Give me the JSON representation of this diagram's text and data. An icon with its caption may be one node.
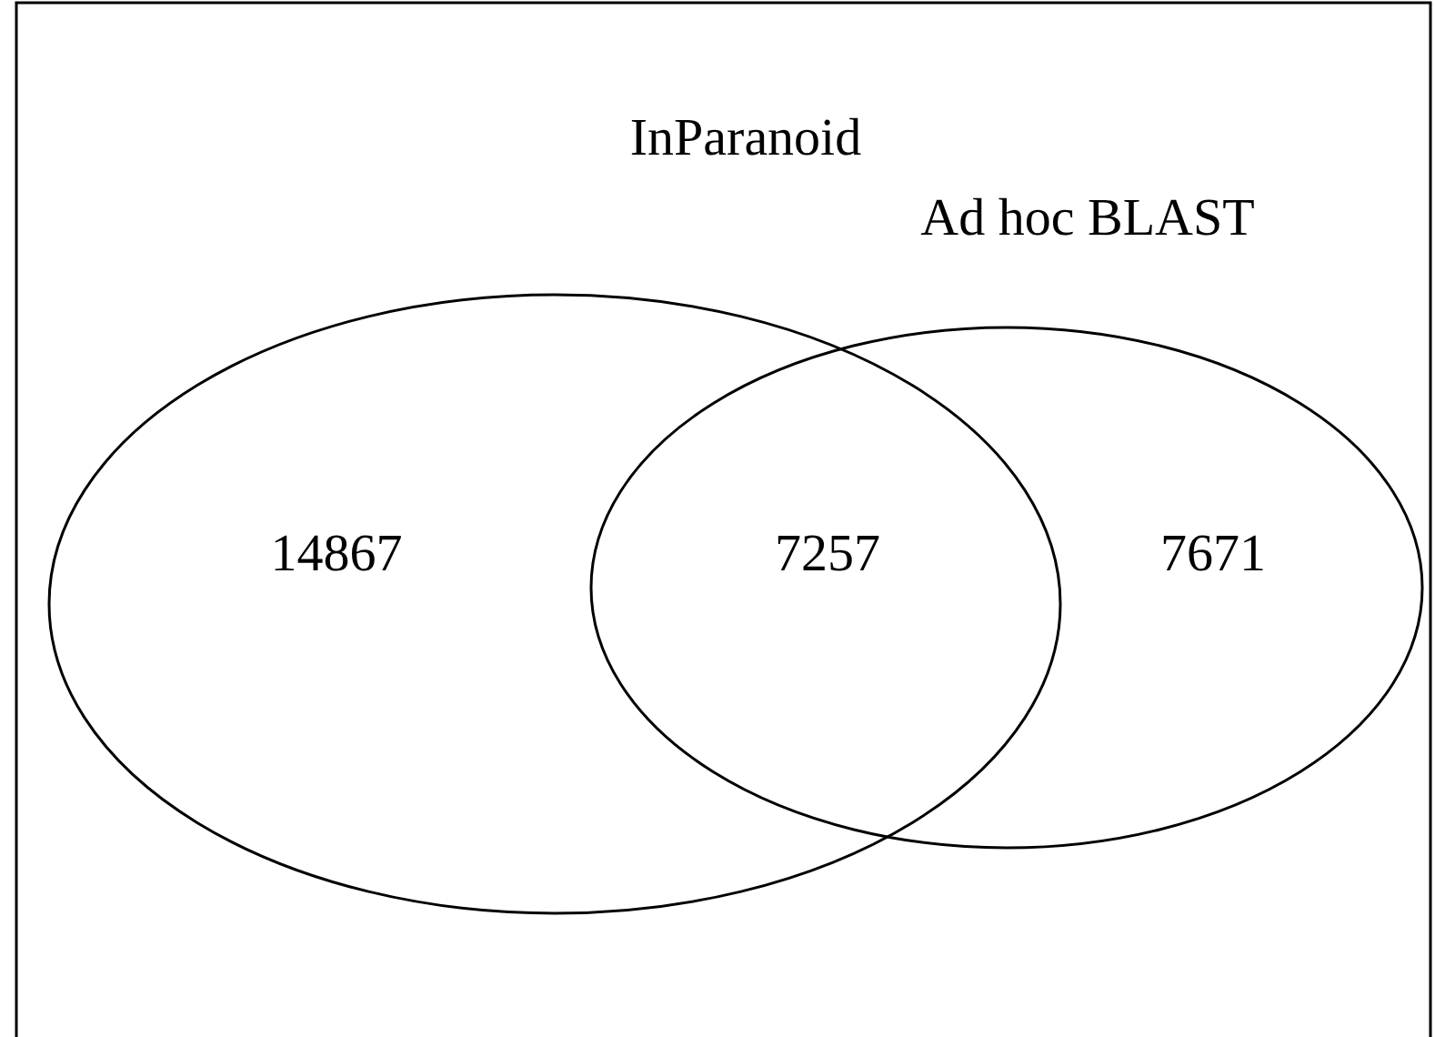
{
  "diagram": {
    "nodes": [
      {
        "text": [
          "InParanoid"
        ]
      },
      {
        "text": [
          "Ad hoc BLAST"
        ]
      }
    ],
    "labels": [
      "14867",
      "7257",
      "7671"
    ]
  }
}
